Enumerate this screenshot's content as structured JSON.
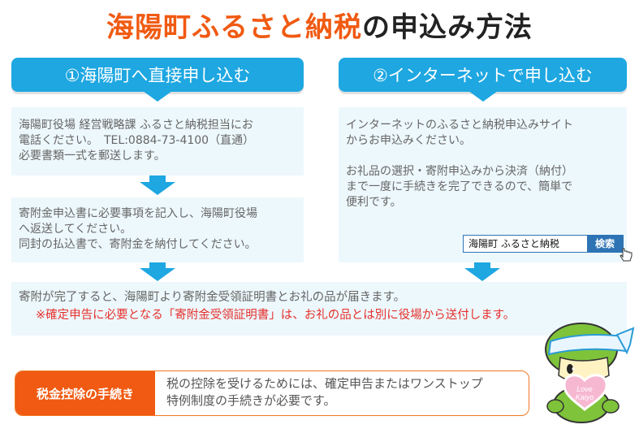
{
  "title": {
    "highlight": "海陽町ふるさと納税",
    "rest": "の申込み方法"
  },
  "method1": {
    "heading": "①海陽町へ直接申し込む",
    "step1": [
      "海陽町役場 経営戦略課 ふるさと納税担当にお",
      "電話ください。　TEL:0884-73-4100（直通）",
      "必要書類一式を郵送します。"
    ],
    "step2": [
      "寄附金申込書に必要事項を記入し、海陽町役場",
      "へ返送してください。",
      "同封の払込書で、寄附金を納付してください。"
    ]
  },
  "method2": {
    "heading": "②インターネットで申し込む",
    "para1": [
      "インターネットのふるさと納税申込みサイト",
      "からお申込みください。"
    ],
    "para2": [
      "お礼品の選択・寄附申込みから決済（納付）",
      "まで一度に手続きを完了できるので、簡単で",
      "便利です。"
    ],
    "search_value": "海陽町 ふるさと納税",
    "search_button": "検索"
  },
  "completion": {
    "line1": "寄附が完了すると、海陽町より寄附金受領証明書とお礼の品が届きます。",
    "note": "※確定申告に必要となる「寄附金受領証明書」は、お礼の品とは別に役場から送付します。"
  },
  "deduction": {
    "label": "税金控除の手続き",
    "text": [
      "税の控除を受けるためには、確定申告またはワンストップ",
      "特例制度の手続きが必要です。"
    ]
  },
  "mascot": {
    "heart_text": [
      "Love",
      "Kaiyo"
    ]
  },
  "colors": {
    "accent_orange": "#f05a12",
    "accent_blue": "#1ea7e1",
    "box_bg": "#edf8fc",
    "note_red": "#e5302d"
  }
}
